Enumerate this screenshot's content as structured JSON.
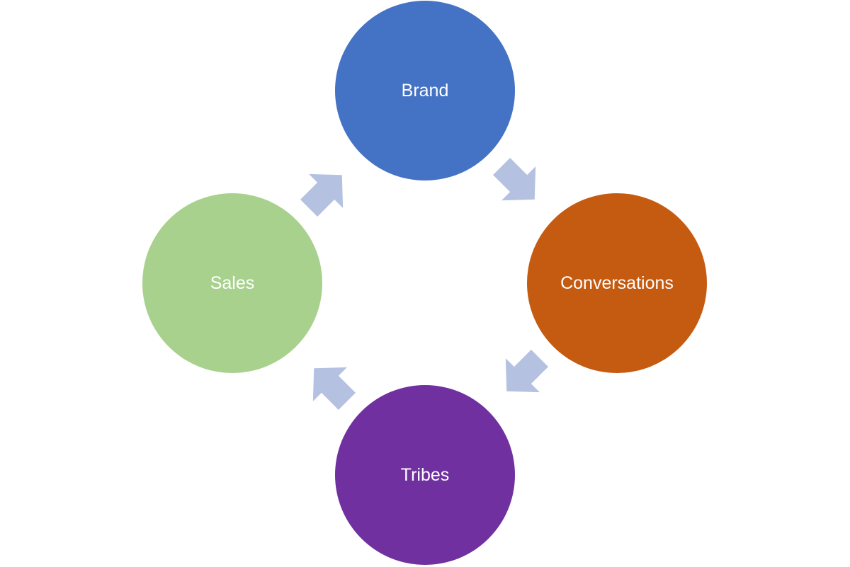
{
  "diagram": {
    "nodes": [
      {
        "id": "brand",
        "label": "Brand",
        "color": "#4472C4"
      },
      {
        "id": "conversations",
        "label": "Conversations",
        "color": "#C55A11"
      },
      {
        "id": "tribes",
        "label": "Tribes",
        "color": "#7030A0"
      },
      {
        "id": "sales",
        "label": "Sales",
        "color": "#A9D18E"
      }
    ],
    "edges": [
      {
        "from": "brand",
        "to": "conversations"
      },
      {
        "from": "conversations",
        "to": "tribes"
      },
      {
        "from": "tribes",
        "to": "sales"
      },
      {
        "from": "sales",
        "to": "brand"
      }
    ],
    "arrow_color": "#B4C1E0"
  }
}
